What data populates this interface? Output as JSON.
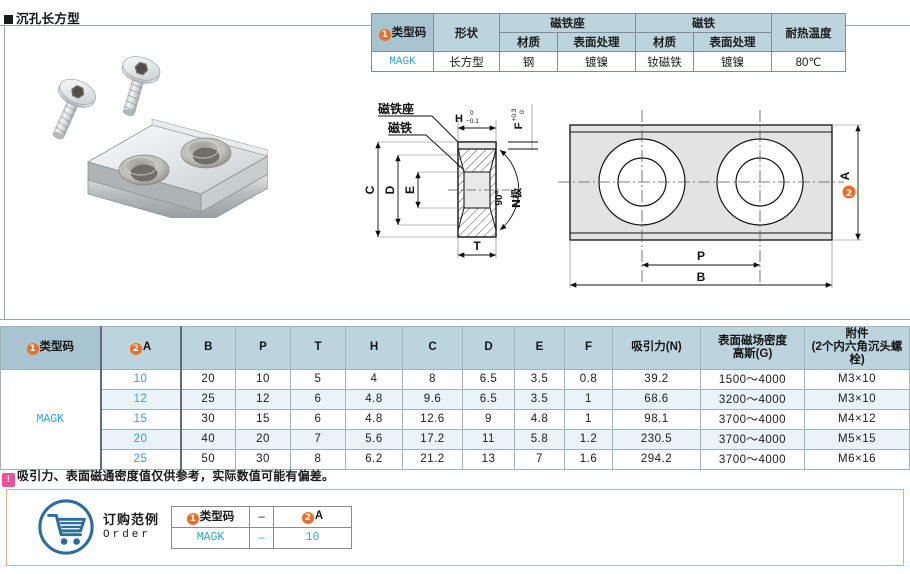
{
  "page": {
    "title": "沉孔长方型",
    "bullet_icon": "black-square-icon"
  },
  "product_photo": {
    "alt_name": "rectangular-countersunk-magnet-with-two-hex-socket-screws"
  },
  "spec_table": {
    "headers": {
      "type_code": "类型码",
      "shape": "形状",
      "magnet_base": "磁铁座",
      "magnet": "磁铁",
      "heat_temp": "耐热温度",
      "material": "材质",
      "surface_treatment": "表面处理"
    },
    "row": {
      "type_code": "MAGK",
      "shape": "长方型",
      "base_material": "钢",
      "base_surface": "镀镍",
      "magnet_material": "钕磁铁",
      "magnet_surface": "镀镍",
      "heat_temp": "80℃"
    }
  },
  "drawing": {
    "labels": {
      "magnet_base": "磁铁座",
      "magnet": "磁铁",
      "pole": "N极",
      "angle": "90°",
      "dim_c": "C",
      "dim_d": "D",
      "dim_e": "E",
      "dim_t": "T",
      "dim_h": "H",
      "dim_f": "F",
      "dim_p": "P",
      "dim_b": "B",
      "dim_a": "A",
      "h_tol_upper": "0",
      "h_tol_lower": "−0.1",
      "f_tol_upper": "+0.3",
      "f_tol_lower": "0"
    }
  },
  "data_table": {
    "headers": [
      "类型码",
      "A",
      "B",
      "P",
      "T",
      "H",
      "C",
      "D",
      "E",
      "F",
      "吸引力(N)",
      "表面磁场密度\n高斯(G)",
      "附件\n(2个内六角沉头螺栓)"
    ],
    "header_parts": {
      "type_code": "类型码",
      "a": "A",
      "b": "B",
      "p": "P",
      "t": "T",
      "h": "H",
      "c": "C",
      "d": "D",
      "e": "E",
      "f": "F",
      "force": "吸引力(N)",
      "density_l1": "表面磁场密度",
      "density_l2": "高斯(G)",
      "accessory_l1": "附件",
      "accessory_l2": "(2个内六角沉头螺栓)"
    },
    "type_code": "MAGK",
    "rows": [
      {
        "a": "10",
        "b": "20",
        "p": "10",
        "t": "5",
        "h": "4",
        "c": "8",
        "d": "6.5",
        "e": "3.5",
        "f": "0.8",
        "force": "39.2",
        "density": "1500～4000",
        "accessory": "M3×10"
      },
      {
        "a": "12",
        "b": "25",
        "p": "12",
        "t": "6",
        "h": "4.8",
        "c": "9.6",
        "d": "6.5",
        "e": "3.5",
        "f": "1",
        "force": "68.6",
        "density": "3200～4000",
        "accessory": "M3×10"
      },
      {
        "a": "15",
        "b": "30",
        "p": "15",
        "t": "6",
        "h": "4.8",
        "c": "12.6",
        "d": "9",
        "e": "4.8",
        "f": "1",
        "force": "98.1",
        "density": "3700～4000",
        "accessory": "M4×12"
      },
      {
        "a": "20",
        "b": "40",
        "p": "20",
        "t": "7",
        "h": "5.6",
        "c": "17.2",
        "d": "11",
        "e": "5.8",
        "f": "1.2",
        "force": "230.5",
        "density": "3700～4000",
        "accessory": "M5×15"
      },
      {
        "a": "25",
        "b": "50",
        "p": "30",
        "t": "8",
        "h": "6.2",
        "c": "21.2",
        "d": "13",
        "e": "7",
        "f": "1.6",
        "force": "294.2",
        "density": "3700～4000",
        "accessory": "M6×16"
      }
    ]
  },
  "footnote": {
    "marker": "!",
    "text": "吸引力、表面磁通密度值仅供参考，实际数值可能有偏差。"
  },
  "order_example": {
    "label_cn": "订购范例",
    "label_en": "Order",
    "icon": "shopping-cart-icon",
    "headers": {
      "type_code": "类型码",
      "separator": "–",
      "a": "A"
    },
    "values": {
      "type_code": "MAGK",
      "separator": "–",
      "a": "10"
    }
  },
  "colors": {
    "accent_blue": "#2ea4e0",
    "header_bg": "#bcd4de",
    "header_bg_dark": "#a8c4d1",
    "row_alt": "#e9f3f8",
    "badge_orange": "#ef6c25",
    "badge_pink": "#ef4f9b",
    "order_border": "#f0a97e"
  }
}
